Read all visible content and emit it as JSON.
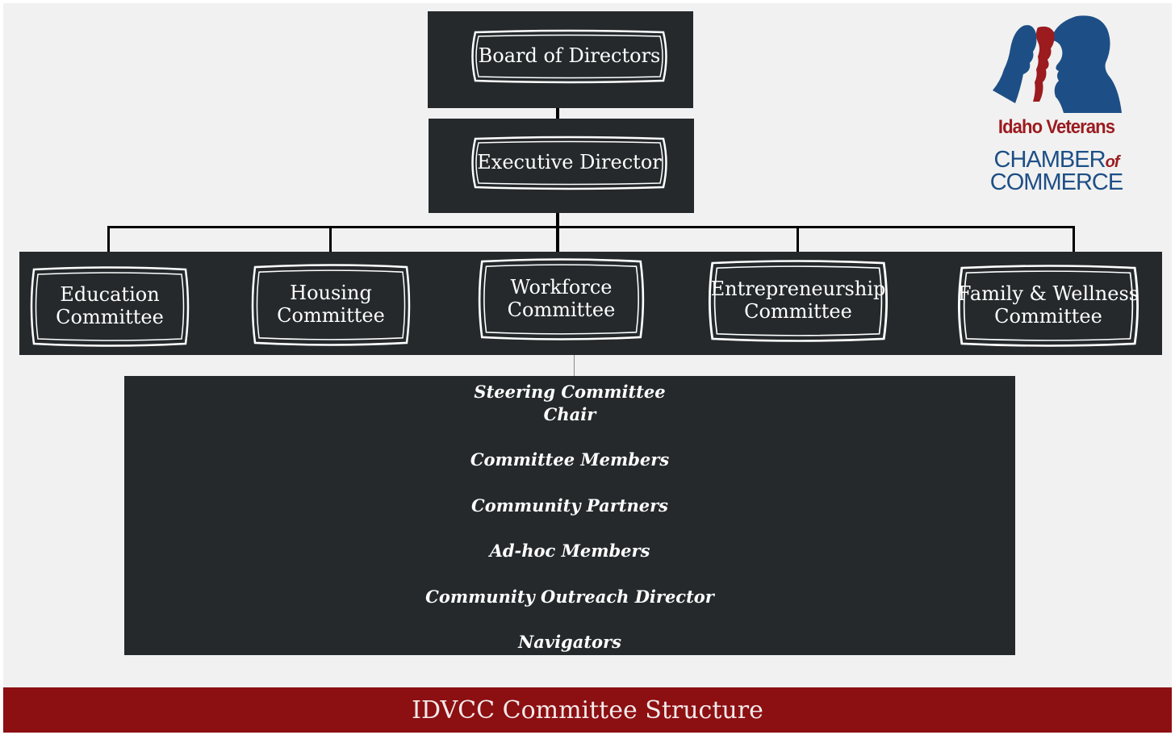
{
  "top": {
    "board": "Board of Directors",
    "executive": "Executive Director"
  },
  "committees": [
    {
      "line1": "Education",
      "line2": "Committee"
    },
    {
      "line1": "Housing",
      "line2": "Committee"
    },
    {
      "line1": "Workforce",
      "line2": "Committee"
    },
    {
      "line1": "Entrepreneurship",
      "line2": "Committee"
    },
    {
      "line1": "Family & Wellness",
      "line2": "Committee"
    }
  ],
  "details": {
    "steering_line1": "Steering Committee",
    "steering_line2": "Chair",
    "members": "Committee Members",
    "partners": "Community Partners",
    "adhoc": "Ad-hoc Members",
    "outreach": "Community Outreach Director",
    "navigators": "Navigators"
  },
  "logo": {
    "line1": "Idaho Veterans",
    "line2_main": "CHAMBER",
    "line2_of": "of",
    "line3": "COMMERCE"
  },
  "footer": {
    "title": "IDVCC Committee Structure"
  },
  "colors": {
    "dark_box": "#25292c",
    "footer_red": "#8c0f12",
    "logo_red": "#9b1b1f",
    "logo_blue": "#1d4f86"
  }
}
